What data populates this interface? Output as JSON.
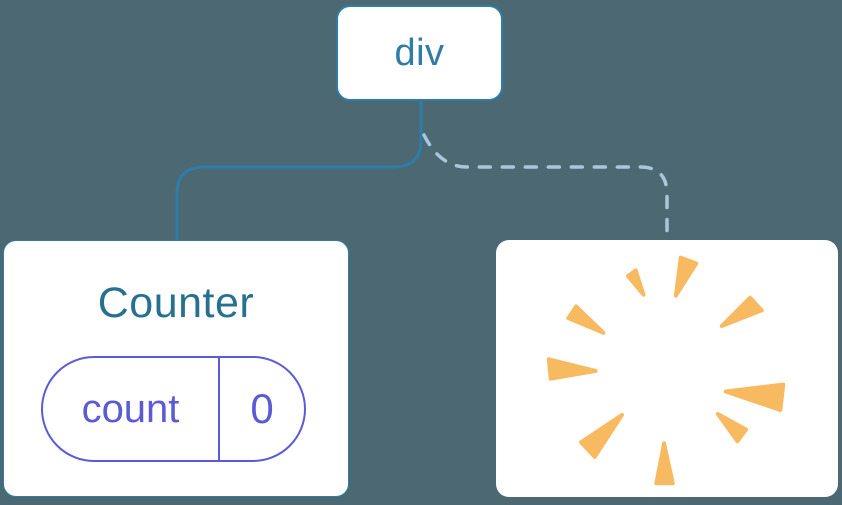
{
  "canvas": {
    "background": "#4C6872"
  },
  "palette": {
    "node_blue": "#2E7CA7",
    "title_teal": "#27708F",
    "dashed_blue": "#A9C7DB",
    "state_purple": "#5B5BD6",
    "poof_orange": "#F8BA60",
    "card_white": "#FFFFFF"
  },
  "root_node": {
    "label": "div"
  },
  "counter_node": {
    "title": "Counter",
    "state_key": "count",
    "state_value": "0"
  },
  "destroyed_node": {
    "icon": "poof-explosion-icon"
  },
  "connectors": {
    "to_counter_style": "solid",
    "to_destroyed_style": "dashed"
  }
}
